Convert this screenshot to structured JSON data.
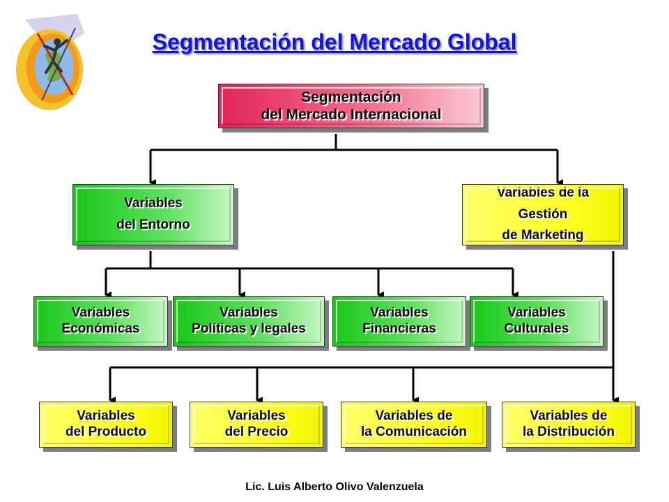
{
  "title": "Segmentación del Mercado Global",
  "footer": "Lic. Luis Alberto Olivo Valenzuela",
  "root": {
    "line1": "Segmentación",
    "line2": "del Mercado Internacional"
  },
  "entorno": {
    "line1": "Variables",
    "line2": "del Entorno"
  },
  "gestion": {
    "line1": "Variables de la",
    "line2": "Gestión",
    "line3": "de Marketing"
  },
  "entorno_children": [
    {
      "line1": "Variables",
      "line2": "Económicas"
    },
    {
      "line1": "Variables",
      "line2": "Políticas y legales"
    },
    {
      "line1": "Variables",
      "line2": "Financieras"
    },
    {
      "line1": "Variables",
      "line2": "Culturales"
    }
  ],
  "marketing_children": [
    {
      "line1": "Variables",
      "line2": "del Producto"
    },
    {
      "line1": "Variables",
      "line2": "del Precio"
    },
    {
      "line1": "Variables de",
      "line2": "la Comunicación"
    },
    {
      "line1": "Variables de",
      "line2": "la Distribución"
    }
  ],
  "colors": {
    "title": "#1515d8",
    "root_fill": "#e3245b",
    "entorno_fill": "#16c816",
    "marketing_fill": "#ffff2a",
    "connector": "#000000"
  },
  "icons": {
    "logo": "sports-globe-logo-icon"
  }
}
